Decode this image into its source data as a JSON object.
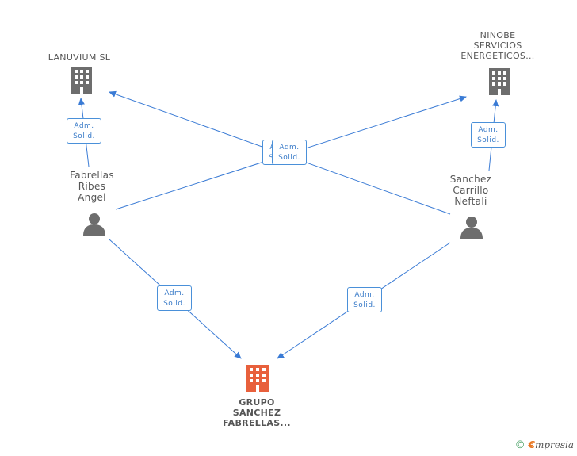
{
  "nodes": {
    "lanuvium": {
      "label": [
        "LANUVIUM SL"
      ],
      "color": "#6d6d6d"
    },
    "ninobe": {
      "label": [
        "NINOBE",
        "SERVICIOS",
        "ENERGETICOS..."
      ],
      "color": "#6d6d6d"
    },
    "fabrellas": {
      "label": [
        "Fabrellas",
        "Ribes",
        "Angel"
      ],
      "color": "#6d6d6d"
    },
    "sanchez": {
      "label": [
        "Sanchez",
        "Carrillo",
        "Neftali"
      ],
      "color": "#6d6d6d"
    },
    "grupo": {
      "label": [
        "GRUPO",
        "SANCHEZ",
        "FABRELLAS..."
      ],
      "color": "#e8603c"
    }
  },
  "edge_label": [
    "Adm.",
    "Solid."
  ],
  "colors": {
    "edge": "#3a7bd5",
    "badge_border": "#4a90d9",
    "badge_text": "#3a7bc8"
  },
  "footer": {
    "copyright": "©",
    "brand_first": "€",
    "brand_rest": "mpresia"
  }
}
